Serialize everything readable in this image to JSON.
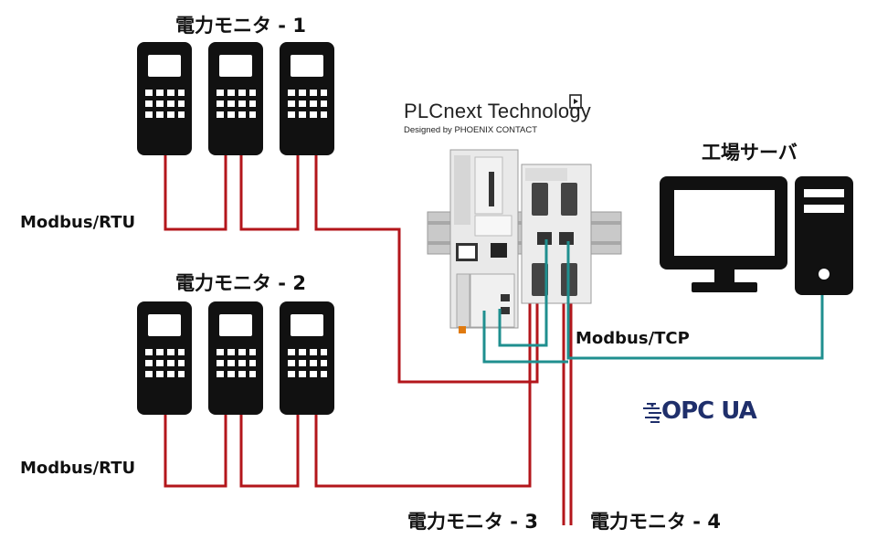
{
  "groups": {
    "monitor1_title": "電力モニタ - 1",
    "monitor2_title": "電力モニタ - 2",
    "monitor3_title": "電力モニタ - 3",
    "monitor4_title": "電力モニタ - 4"
  },
  "protocols": {
    "rtu_label": "Modbus/RTU",
    "tcp_label": "Modbus/TCP"
  },
  "server": {
    "title": "工場サーバ"
  },
  "controller": {
    "brand_name": "PLCnext Technology",
    "brand_tagline": "Designed by PHOENIX CONTACT"
  },
  "opcua": {
    "logo_text": "OPC UA"
  },
  "colors": {
    "rtu_wire": "#b3161b",
    "tcp_wire": "#1f8f8f",
    "device": "#111111",
    "keypad": "#ffffff",
    "plc_body": "#e4e4e4",
    "plc_rail": "#bdbdbd",
    "opc_blue": "#1f2f6b"
  },
  "icons": {
    "monitor_device": "power-meter-icon",
    "server": "desktop-computer-icon",
    "plc": "plc-controller-icon",
    "opcua": "opcua-logo-icon"
  }
}
